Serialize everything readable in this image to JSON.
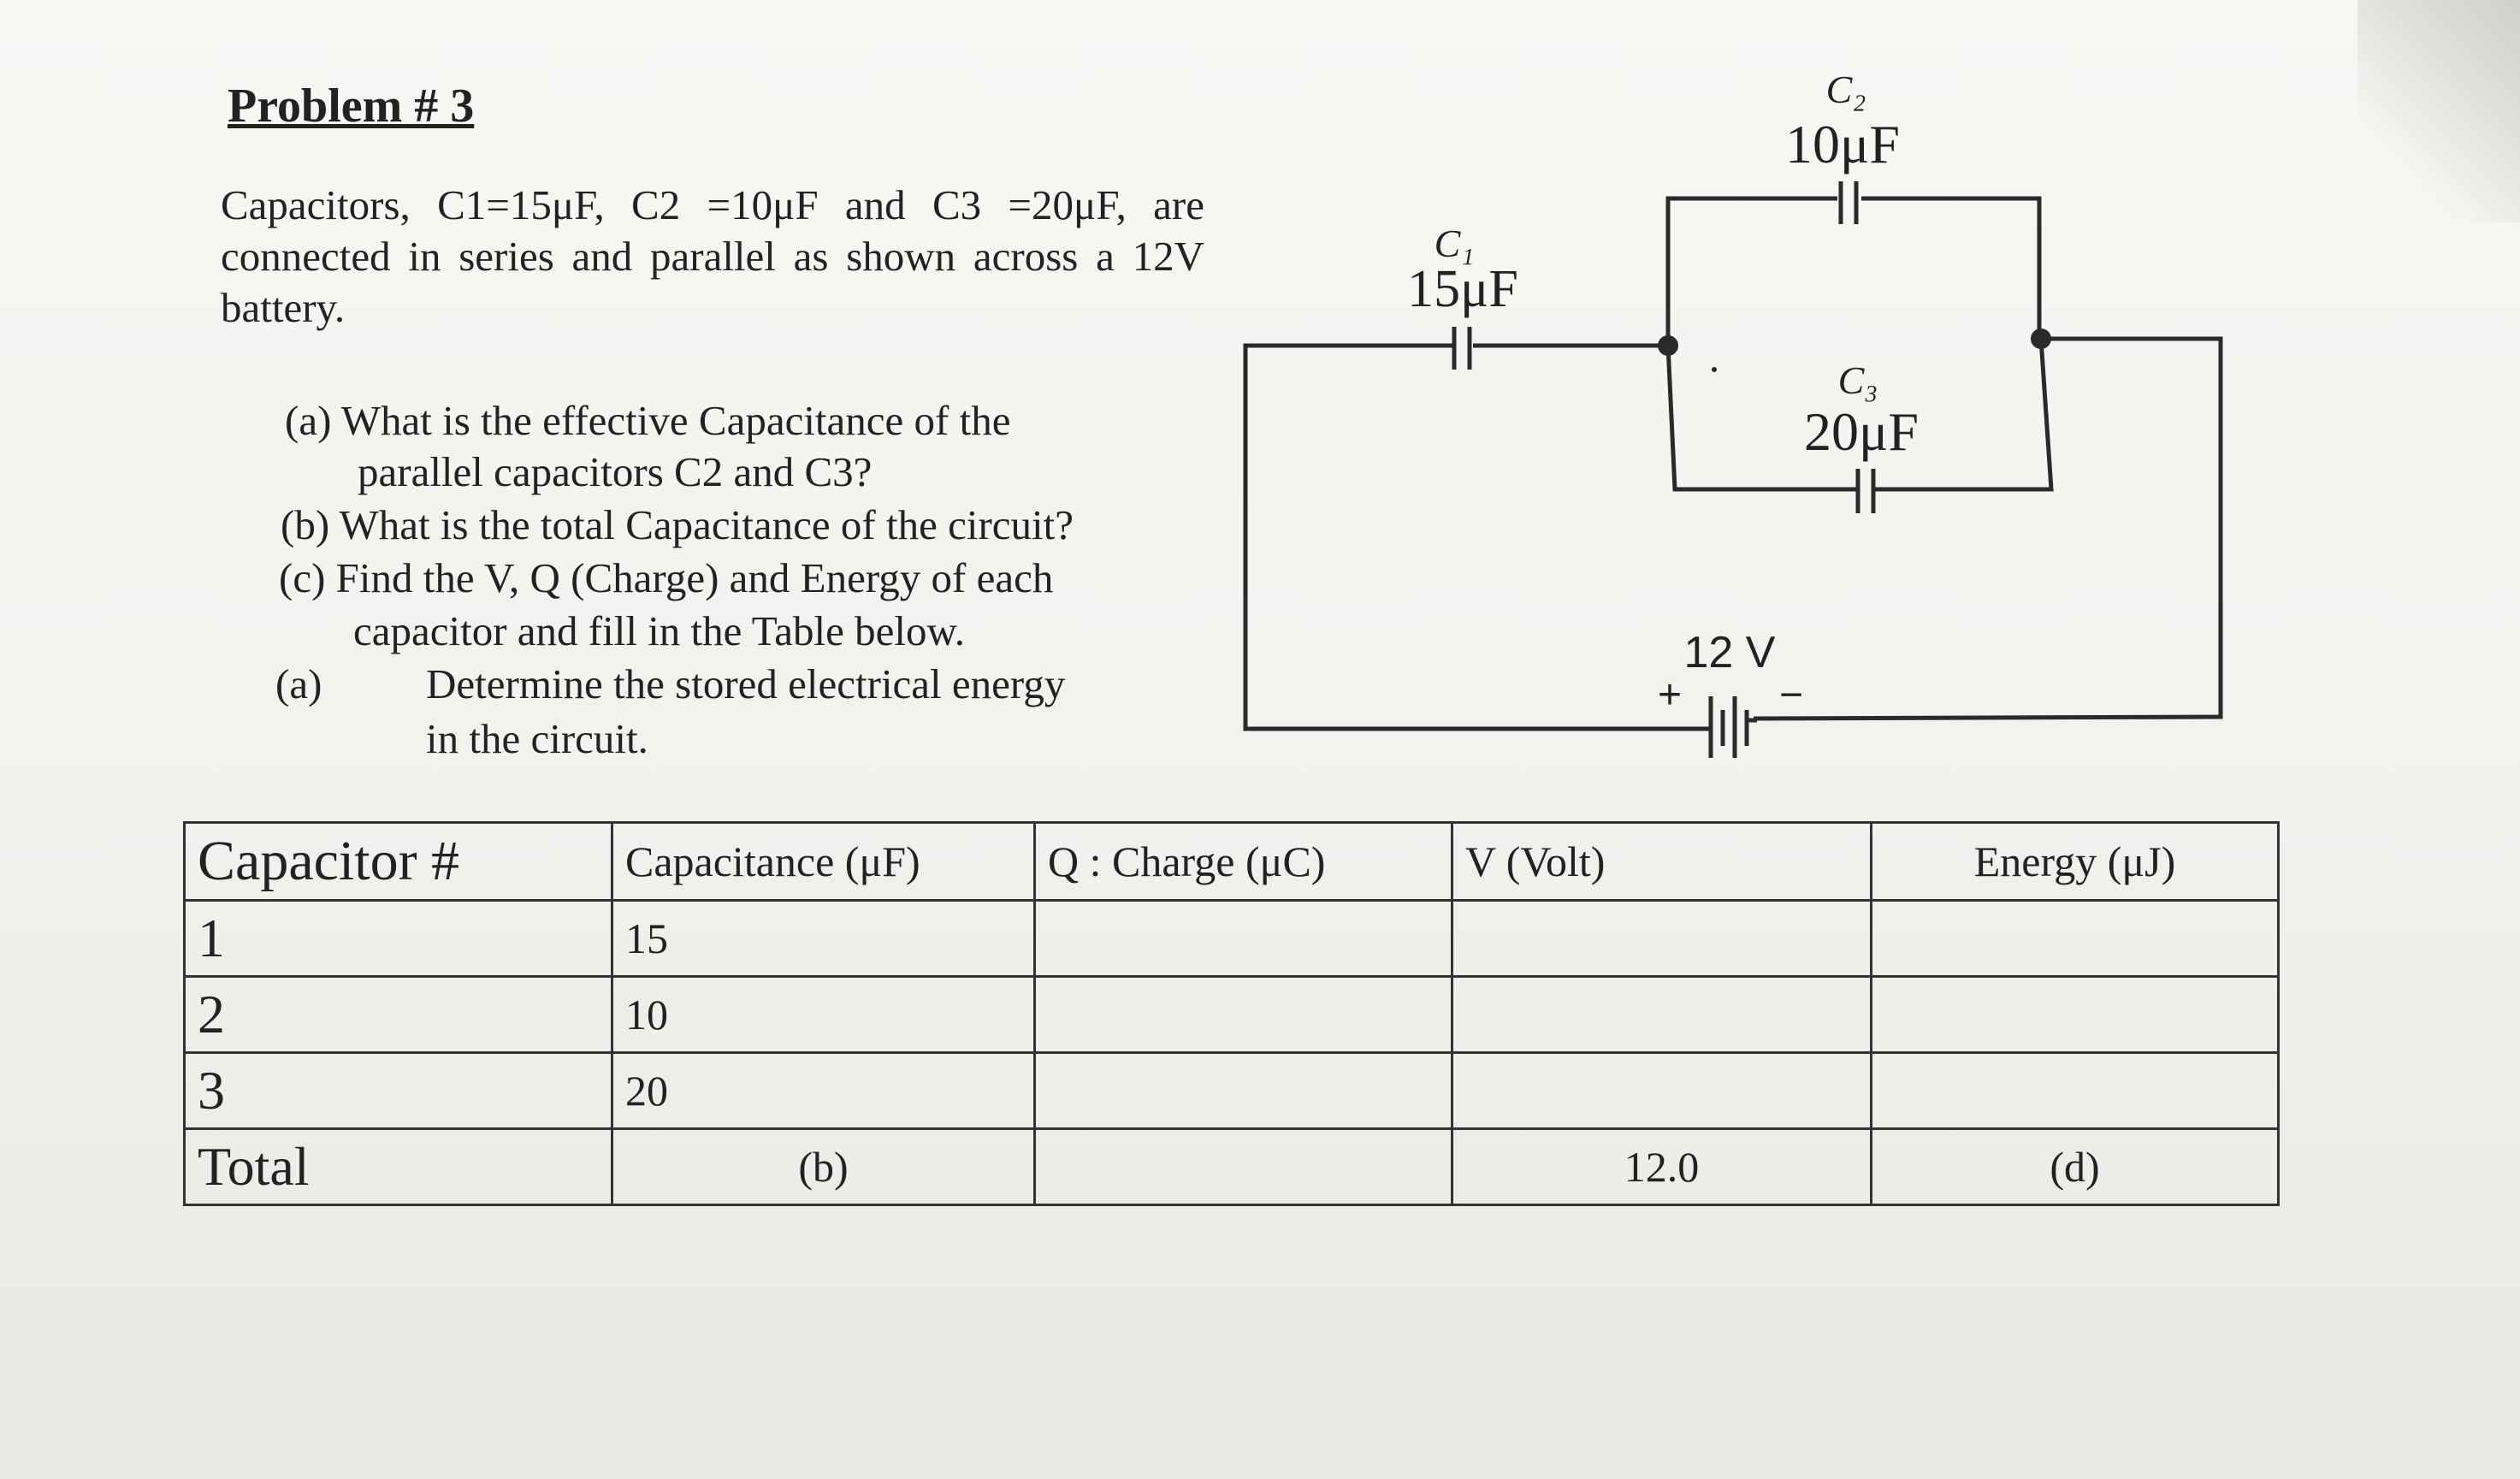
{
  "problem": {
    "title": "Problem # 3",
    "intro": "Capacitors, C1=15μF, C2 =10μF and C3 =20μF, are connected in series and parallel as shown across a 12V battery.",
    "questions": {
      "a_label": "(a)",
      "a_line1": "What is the effective Capacitance of the",
      "a_line2": "parallel capacitors C2 and C3?",
      "b": "(b) What is the total Capacitance of the circuit?",
      "c_line1": "(c) Find the V, Q (Charge) and Energy of each",
      "c_line2": "capacitor and fill in the Table below.",
      "d_label": "(a)",
      "d_line1": "Determine the stored electrical energy",
      "d_line2": "in the circuit."
    }
  },
  "circuit": {
    "c1_name": "C₁",
    "c1_value": "15μF",
    "c2_name": "C₂",
    "c2_value": "10μF",
    "c3_name": "C₃",
    "c3_value": "20μF",
    "battery_voltage": "12 V",
    "battery_plus": "+",
    "battery_minus": "−"
  },
  "table": {
    "headers": [
      "Capacitor #",
      "Capacitance (μF)",
      "Q : Charge (μC)",
      "V (Volt)",
      "Energy (μJ)"
    ],
    "rows": [
      [
        "1",
        "15",
        "",
        "",
        ""
      ],
      [
        "2",
        "10",
        "",
        "",
        ""
      ],
      [
        "3",
        "20",
        "",
        "",
        ""
      ],
      [
        "Total",
        "(b)",
        "",
        "12.0",
        "(d)"
      ]
    ]
  }
}
